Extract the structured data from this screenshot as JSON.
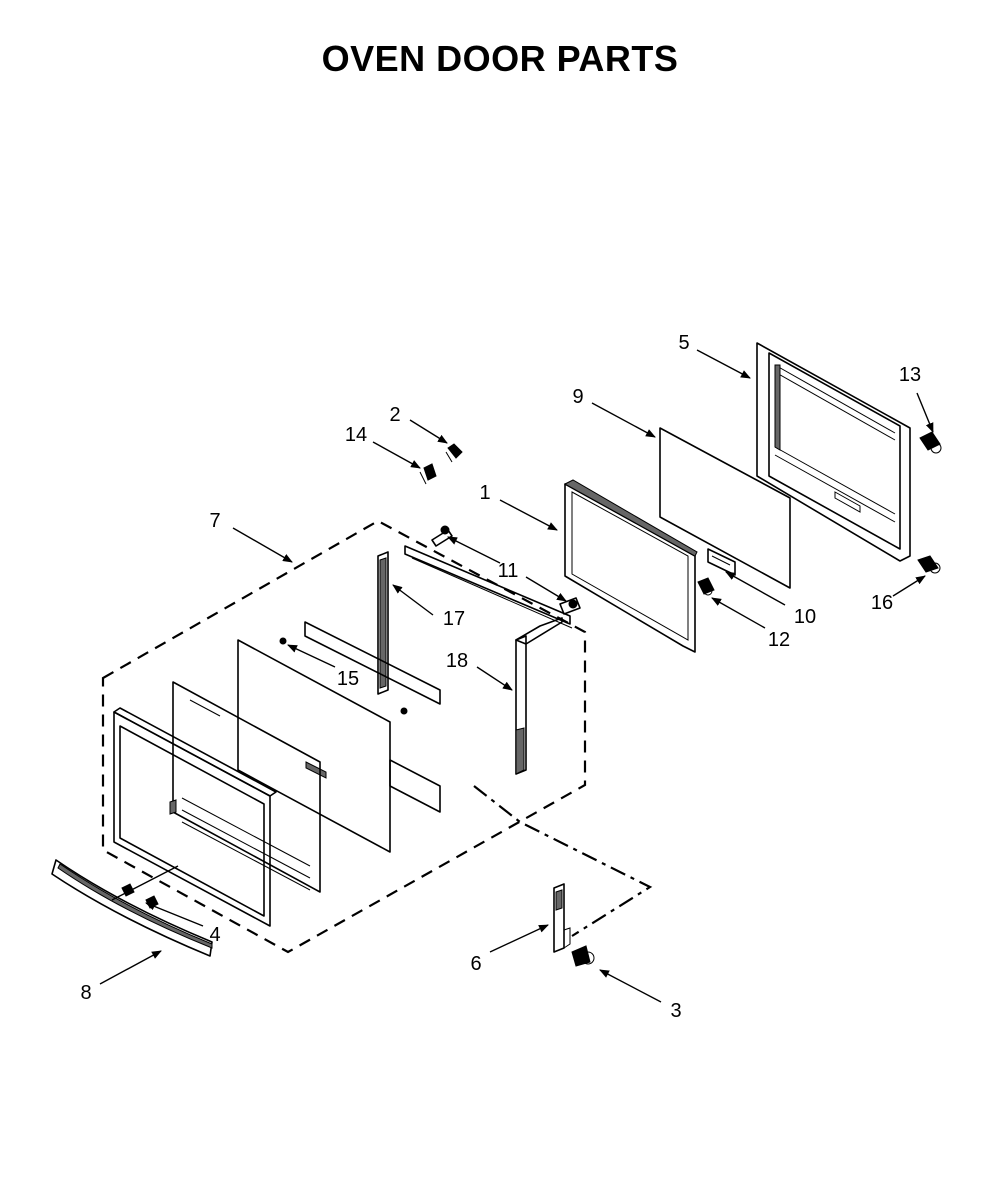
{
  "title": "OVEN DOOR PARTS",
  "callouts": [
    {
      "id": "1",
      "label": "1"
    },
    {
      "id": "2",
      "label": "2"
    },
    {
      "id": "3",
      "label": "3"
    },
    {
      "id": "4",
      "label": "4"
    },
    {
      "id": "5",
      "label": "5"
    },
    {
      "id": "6",
      "label": "6"
    },
    {
      "id": "7",
      "label": "7"
    },
    {
      "id": "8",
      "label": "8"
    },
    {
      "id": "9",
      "label": "9"
    },
    {
      "id": "10",
      "label": "10"
    },
    {
      "id": "11",
      "label": "11"
    },
    {
      "id": "12",
      "label": "12"
    },
    {
      "id": "13",
      "label": "13"
    },
    {
      "id": "14",
      "label": "14"
    },
    {
      "id": "15",
      "label": "15"
    },
    {
      "id": "16",
      "label": "16"
    },
    {
      "id": "17",
      "label": "17"
    },
    {
      "id": "18",
      "label": "18"
    }
  ]
}
